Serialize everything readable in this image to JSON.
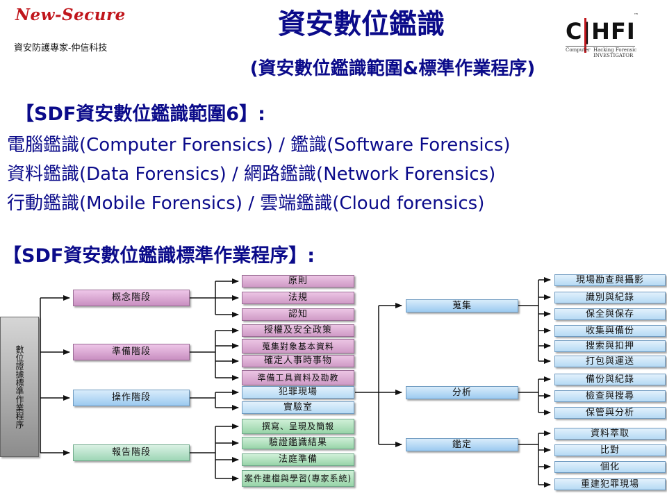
{
  "brand": {
    "name": "New-Secure",
    "tagline": "資安防護專家-仲信科技"
  },
  "header": {
    "title": "資安數位鑑識",
    "subtitle": "(資安數位鑑識範圍&標準作業程序)"
  },
  "cert_logo": {
    "letters": "C|HFI",
    "tm": "™",
    "line1": "Computer",
    "line2": "Hacking Forensic",
    "line3": "INVESTIGATOR"
  },
  "scope": {
    "heading": "【SDF資安數位鑑識範圍6】:",
    "lines": [
      "電腦鑑識(Computer Forensics) / 鑑識(Software Forensics)",
      "資料鑑識(Data Forensics) / 網路鑑識(Network Forensics)",
      "行動鑑識(Mobile Forensics) / 雲端鑑識(Cloud forensics)"
    ]
  },
  "sop": {
    "heading": "【SDF資安數位鑑識標準作業程序】:",
    "root": "數位證據標準作業程序",
    "phases": [
      {
        "label": "概念階段",
        "color": "pink",
        "items": [
          {
            "label": "原則"
          },
          {
            "label": "法規"
          },
          {
            "label": "認知"
          }
        ]
      },
      {
        "label": "準備階段",
        "color": "pink",
        "items": [
          {
            "label": "授權及安全政策"
          },
          {
            "label": "蒐集對象基本資料"
          },
          {
            "label": "確定人事時事物"
          },
          {
            "label": "準備工具資料及勘教"
          }
        ]
      },
      {
        "label": "操作階段",
        "color": "blue",
        "items": [
          {
            "label": "犯罪現場"
          },
          {
            "label": "實驗室"
          }
        ]
      },
      {
        "label": "報告階段",
        "color": "green",
        "items": [
          {
            "label": "撰寫、呈現及簡報"
          },
          {
            "label": "驗證鑑識結果"
          },
          {
            "label": "法庭準備"
          },
          {
            "label": "案件建檔與學習(專家系統)"
          }
        ]
      }
    ],
    "operations": [
      {
        "label": "蒐集",
        "items": [
          {
            "label": "現場勘查與攝影"
          },
          {
            "label": "識別與紀錄"
          },
          {
            "label": "保全與保存"
          },
          {
            "label": "收集與備份"
          },
          {
            "label": "搜索與扣押"
          },
          {
            "label": "打包與運送"
          }
        ]
      },
      {
        "label": "分析",
        "items": [
          {
            "label": "備份與紀錄"
          },
          {
            "label": "檢查與搜尋"
          },
          {
            "label": "保管與分析"
          }
        ]
      },
      {
        "label": "鑑定",
        "items": [
          {
            "label": "資料萃取"
          },
          {
            "label": "比對"
          },
          {
            "label": "個化"
          },
          {
            "label": "重建犯罪現場"
          }
        ]
      }
    ]
  }
}
